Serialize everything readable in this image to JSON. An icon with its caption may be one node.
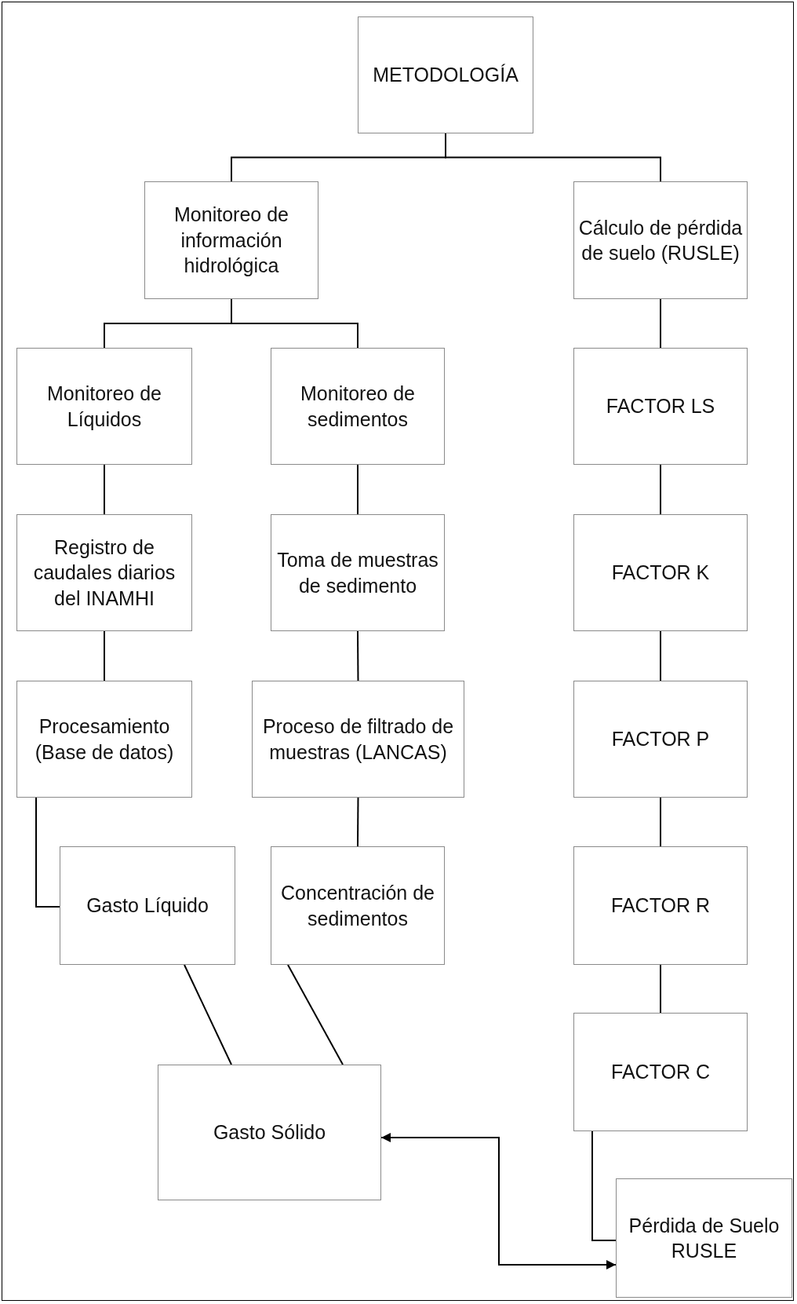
{
  "diagram": {
    "nodes": [
      {
        "text": [
          "METODOLOGÍA"
        ]
      },
      {
        "text": [
          "Monitoreo de información hidrológica"
        ]
      },
      {
        "text": [
          "Cálculo de pérdida de suelo (RUSLE)"
        ]
      },
      {
        "text": [
          "Monitoreo de Líquidos"
        ]
      },
      {
        "text": [
          "Monitoreo de sedimentos"
        ]
      },
      {
        "text": [
          "FACTOR LS"
        ]
      },
      {
        "text": [
          "Registro de caudales diarios del INAMHI"
        ]
      },
      {
        "text": [
          "Toma de muestras de sedimento"
        ]
      },
      {
        "text": [
          "FACTOR K"
        ]
      },
      {
        "text": [
          "Procesamiento (Base de datos)"
        ]
      },
      {
        "text": [
          "Proceso de filtrado de muestras (LANCAS)"
        ]
      },
      {
        "text": [
          "FACTOR P"
        ]
      },
      {
        "text": [
          "Gasto Líquido"
        ]
      },
      {
        "text": [
          "Concentración de sedimentos"
        ]
      },
      {
        "text": [
          "FACTOR R"
        ]
      },
      {
        "text": [
          "FACTOR C"
        ]
      },
      {
        "text": [
          "Gasto Sólido"
        ]
      },
      {
        "text": [
          "Pérdida de Suelo RUSLE"
        ]
      }
    ],
    "edges": [
      {
        "from": 0,
        "to": 1,
        "arrow": "none"
      },
      {
        "from": 0,
        "to": 2,
        "arrow": "none"
      },
      {
        "from": 1,
        "to": 3,
        "arrow": "none"
      },
      {
        "from": 1,
        "to": 4,
        "arrow": "none"
      },
      {
        "from": 2,
        "to": 5,
        "arrow": "none"
      },
      {
        "from": 3,
        "to": 6,
        "arrow": "none"
      },
      {
        "from": 4,
        "to": 7,
        "arrow": "none"
      },
      {
        "from": 5,
        "to": 8,
        "arrow": "none"
      },
      {
        "from": 6,
        "to": 9,
        "arrow": "none"
      },
      {
        "from": 7,
        "to": 10,
        "arrow": "none"
      },
      {
        "from": 8,
        "to": 11,
        "arrow": "none"
      },
      {
        "from": 9,
        "to": 12,
        "arrow": "none"
      },
      {
        "from": 10,
        "to": 13,
        "arrow": "none"
      },
      {
        "from": 11,
        "to": 14,
        "arrow": "none"
      },
      {
        "from": 14,
        "to": 15,
        "arrow": "none"
      },
      {
        "from": 12,
        "to": 16,
        "arrow": "none"
      },
      {
        "from": 13,
        "to": 16,
        "arrow": "none"
      },
      {
        "from": 15,
        "to": 17,
        "arrow": "none"
      },
      {
        "from": 16,
        "to": 17,
        "arrow": "both"
      }
    ]
  }
}
